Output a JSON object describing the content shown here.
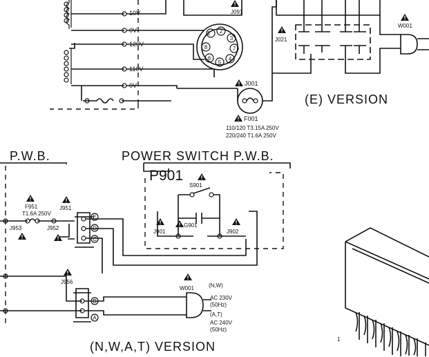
{
  "transformer": {
    "taps": [
      "10V",
      "0V",
      "120V",
      "110V",
      "0V"
    ]
  },
  "connectors": {
    "j091": "J091",
    "j021": "J021",
    "j001": "J001",
    "w001_e": "W001",
    "j951": "J951",
    "j953": "J953",
    "j952": "J952",
    "j956": "J956",
    "j901": "J901",
    "j902": "J902",
    "g901": "G901",
    "s901": "S901",
    "w001_n": "W001"
  },
  "socket_pins": [
    "1",
    "2",
    "3",
    "4",
    "5",
    "6",
    "7",
    "8"
  ],
  "fuse_f001": {
    "ref": "F001",
    "rating_1": "110/120 T3.15A 250V",
    "rating_2": "220/240 T1.6A 250V"
  },
  "fuse_f951": {
    "ref": "F951",
    "rating": "T1.6A 250V"
  },
  "pin_letters": [
    "E",
    "D",
    "C",
    "B",
    "A"
  ],
  "titles": {
    "e_version": "(E) VERSION",
    "pwb": "P.W.B.",
    "power_switch": "POWER SWITCH P.W.B.",
    "p901": "P901",
    "nwat_version": "(N,W,A,T) VERSION"
  },
  "ac_spec": {
    "nw_code": "(N,W)",
    "nw_voltage": "AC 230V",
    "nw_freq": "(50Hz)",
    "at_code": "(A,T)",
    "at_voltage": "AC 240V",
    "at_freq": "(50Hz)"
  },
  "ic_pin_mark": "1"
}
